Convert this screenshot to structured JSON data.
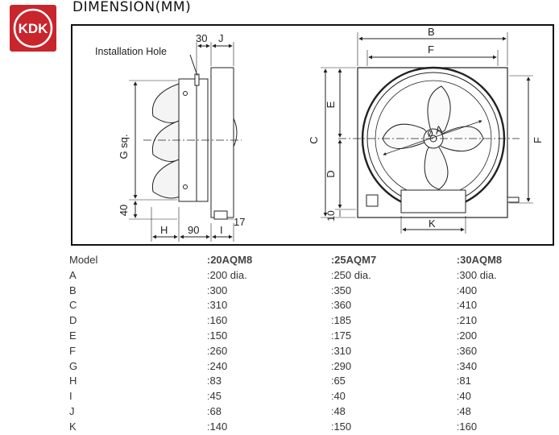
{
  "brand": {
    "logo_text": "KDK",
    "color": "#c9252d"
  },
  "heading": "DIMENSION(MM)",
  "diagram": {
    "installation_hole_label": "Installation Hole",
    "labels": {
      "thirty": "30",
      "J": "J",
      "G": "G sq.",
      "forty": "40",
      "H": "H",
      "ninety": "90",
      "I": "I",
      "seventeen": "17",
      "B": "B",
      "F_top": "F",
      "E": "E",
      "C": "C",
      "D": "D",
      "ten": "10",
      "K": "K",
      "F_right": "F",
      "A": "ø A"
    }
  },
  "specs": {
    "header": {
      "label": "Model",
      "m1": "20AQM8",
      "m2": "25AQM7",
      "m3": "30AQM8"
    },
    "rows": [
      {
        "label": "A",
        "v1": "200 dia.",
        "v2": "250 dia.",
        "v3": "300 dia."
      },
      {
        "label": "B",
        "v1": "300",
        "v2": "350",
        "v3": "400"
      },
      {
        "label": "C",
        "v1": "310",
        "v2": "360",
        "v3": "410"
      },
      {
        "label": "D",
        "v1": "160",
        "v2": "185",
        "v3": "210"
      },
      {
        "label": "E",
        "v1": "150",
        "v2": "175",
        "v3": "200"
      },
      {
        "label": "F",
        "v1": "260",
        "v2": "310",
        "v3": "360"
      },
      {
        "label": "G",
        "v1": "240",
        "v2": "290",
        "v3": "340"
      },
      {
        "label": "H",
        "v1": "83",
        "v2": "65",
        "v3": "81"
      },
      {
        "label": "I",
        "v1": "45",
        "v2": "40",
        "v3": "40"
      },
      {
        "label": "J",
        "v1": "68",
        "v2": "48",
        "v3": "48"
      },
      {
        "label": "K",
        "v1": "140",
        "v2": "150",
        "v3": "160"
      }
    ]
  }
}
